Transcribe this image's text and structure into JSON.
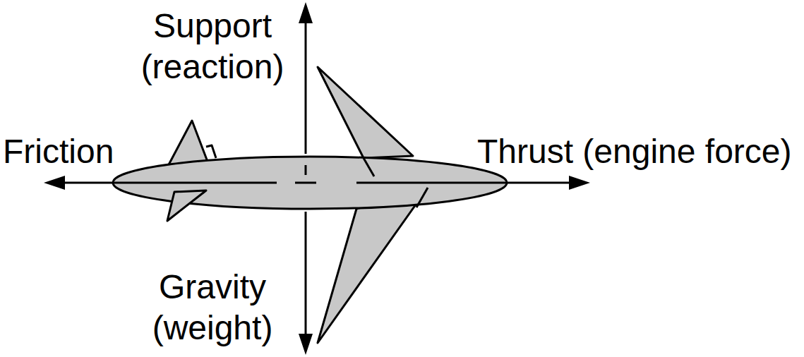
{
  "diagram": {
    "labels": [
      "Support (reaction)",
      "Friction",
      "Thrust (engine force)",
      "Gravity (weight)"
    ]
  }
}
